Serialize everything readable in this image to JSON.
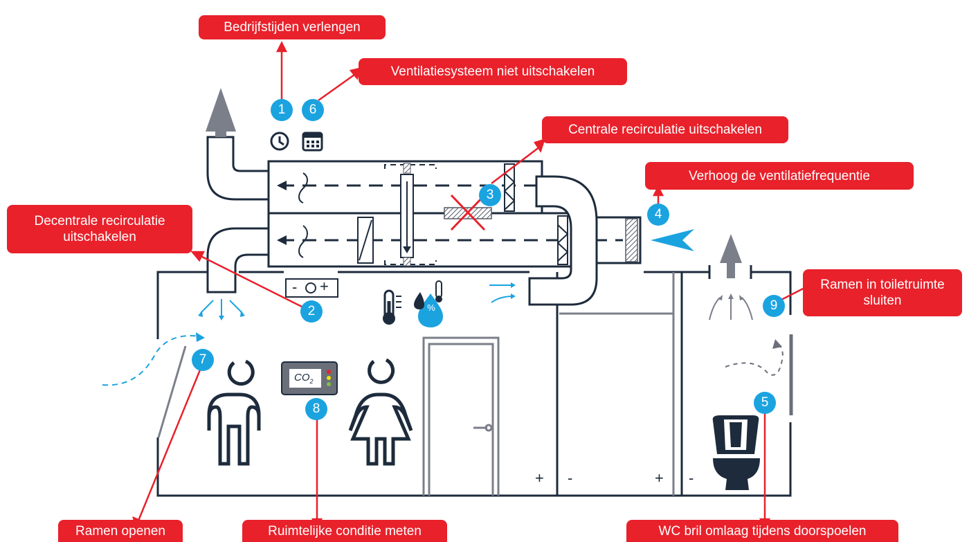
{
  "callouts": {
    "c1": "Bedrijfstijden verlengen",
    "c6": "Ventilatiesysteem niet uitschakelen",
    "c3": "Centrale recirculatie uitschakelen",
    "c4": "Verhoog de ventilatiefrequentie",
    "c2": "Decentrale recirculatie\nuitschakelen",
    "c9": "Ramen in toiletruimte\nsluiten",
    "c7": "Ramen openen",
    "c8": "Ruimtelijke conditie meten",
    "c5": "WC bril omlaag tijdens doorspoelen"
  },
  "badges": {
    "b1": "1",
    "b2": "2",
    "b3": "3",
    "b4": "4",
    "b5": "5",
    "b6": "6",
    "b7": "7",
    "b8": "8",
    "b9": "9"
  },
  "labels": {
    "co2": "CO",
    "co2_sub": "2",
    "humidity": "%",
    "control_minus": "-",
    "control_plus": "+",
    "room1_plus": "+",
    "room2_minus": "-",
    "room2_plus": "+",
    "room3_minus": "-"
  },
  "colors": {
    "accent_red": "#e8212b",
    "accent_blue": "#1ba3e0",
    "dark_navy": "#1d2b3c",
    "grey": "#7b7f8a"
  },
  "icons": [
    "clock-icon",
    "calendar-icon",
    "thermometer-icon",
    "humidity-icon",
    "co2-meter-icon",
    "man-icon",
    "woman-icon",
    "toilet-icon",
    "door-icon",
    "fan-icon",
    "filter-icon",
    "damper-icon"
  ]
}
